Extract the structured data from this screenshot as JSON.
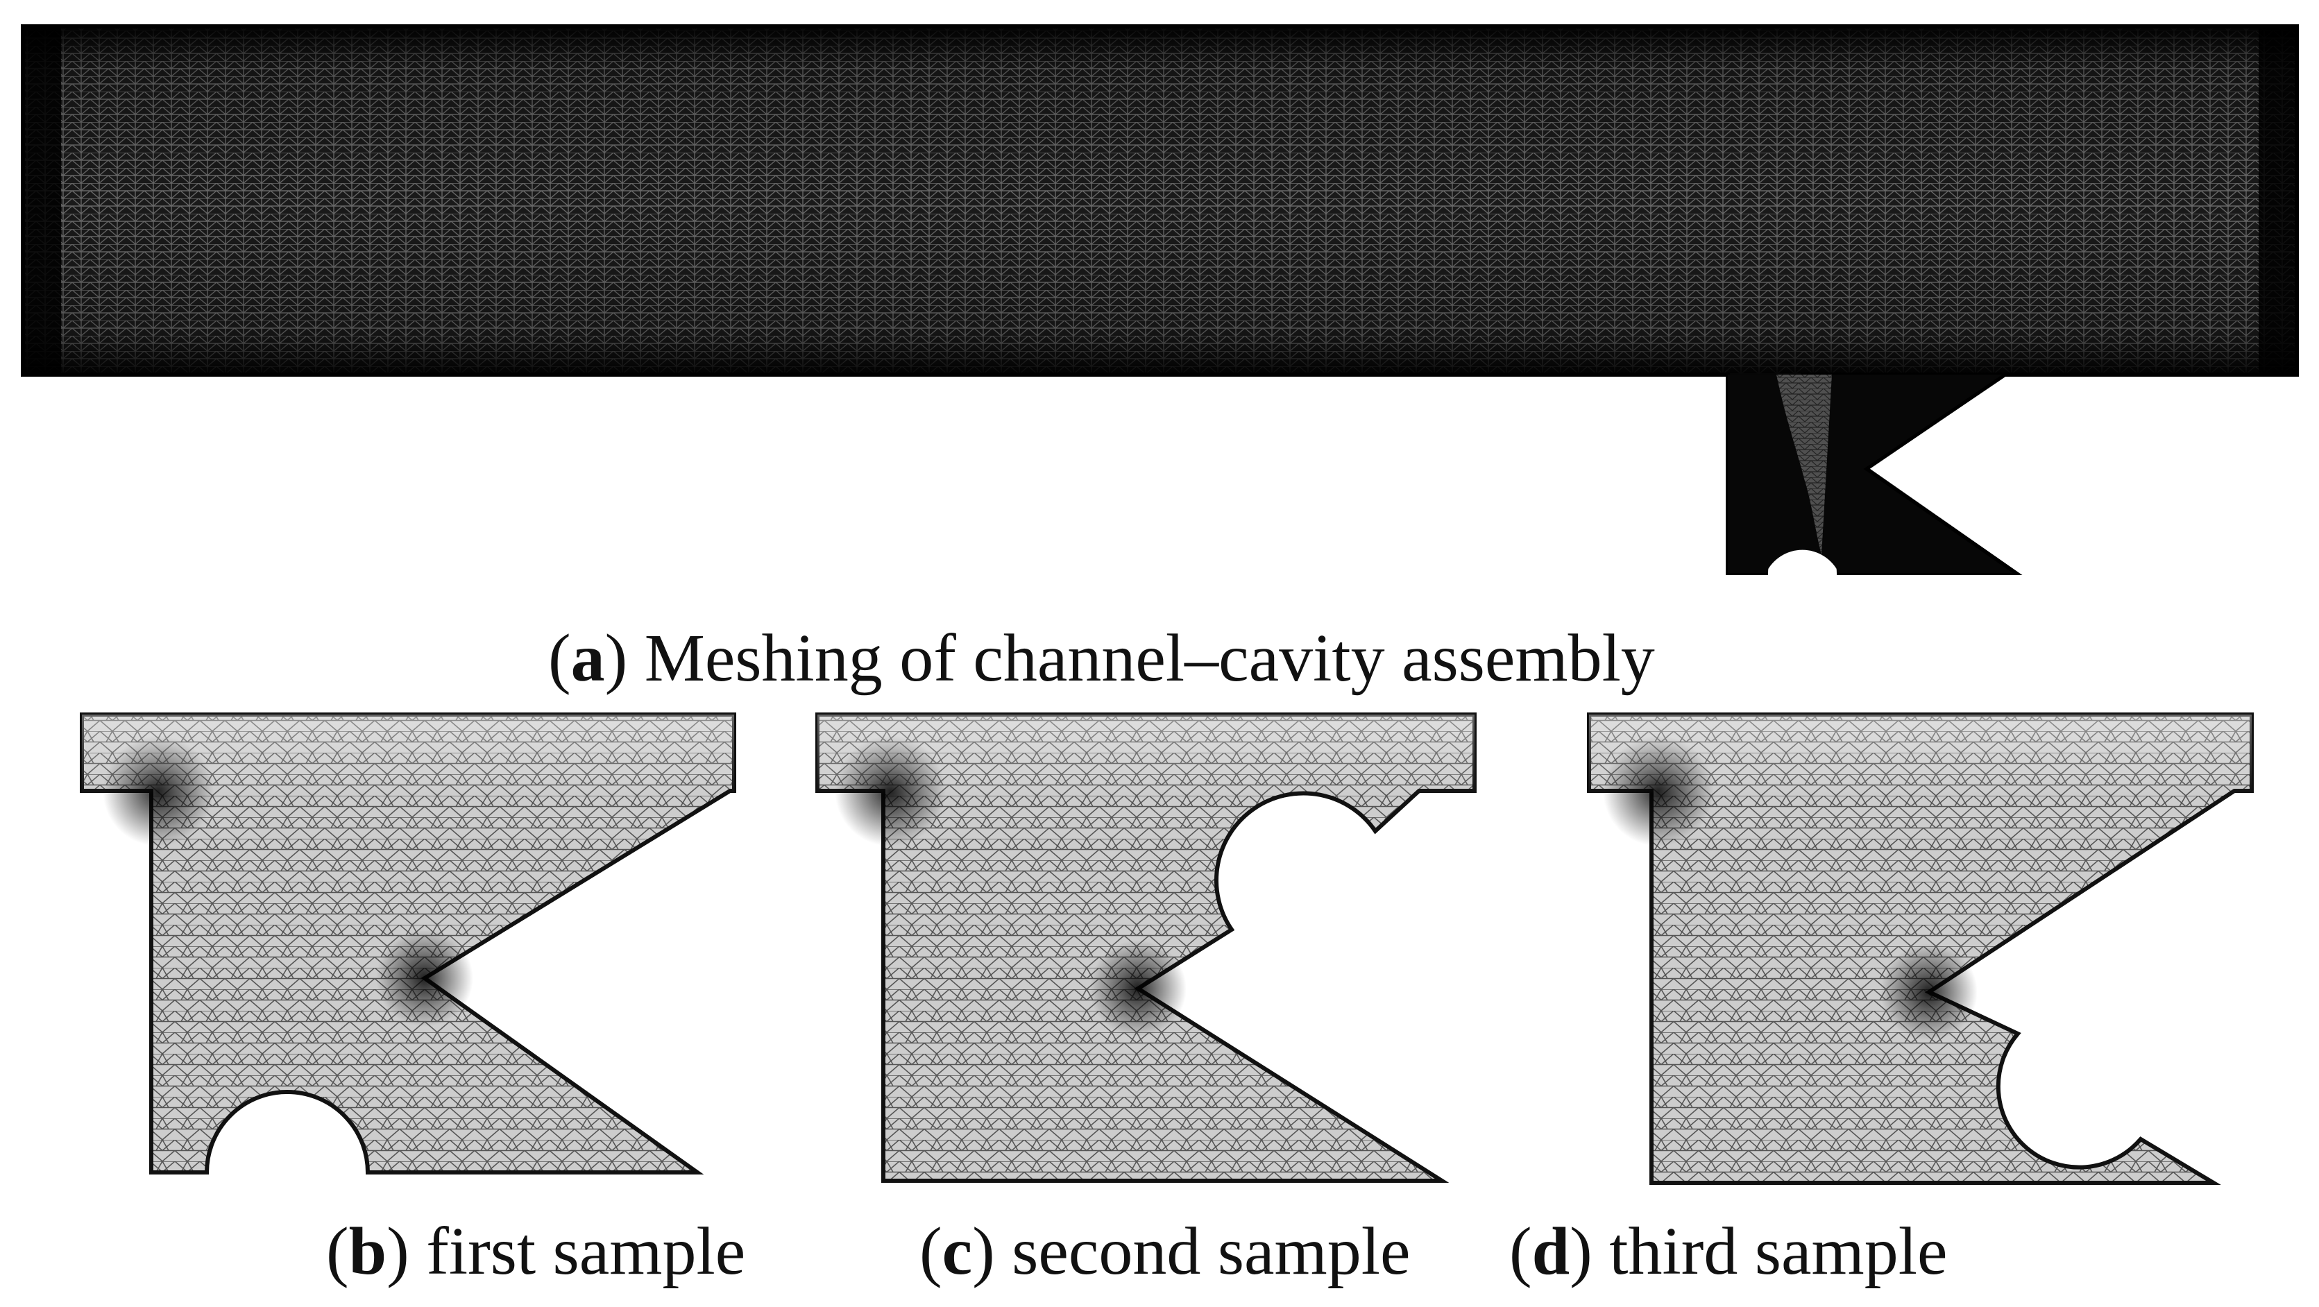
{
  "figure": {
    "panels": [
      {
        "letter": "a",
        "caption": "Meshing of channel–cavity assembly"
      },
      {
        "letter": "b",
        "caption": "first sample"
      },
      {
        "letter": "c",
        "caption": "second sample"
      },
      {
        "letter": "d",
        "caption": "third sample"
      }
    ]
  },
  "colors": {
    "mesh_dense": "#0b0b0b",
    "mesh_fine": "#1e1e1e",
    "mesh_fill": "#c4c4c4",
    "mesh_line": "#4a4a4a",
    "background": "#ffffff",
    "text": "#111111"
  }
}
